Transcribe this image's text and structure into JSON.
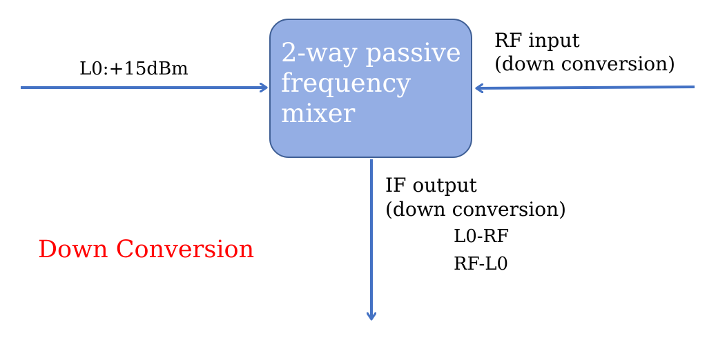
{
  "colors": {
    "arrow": "#4472c4",
    "box_fill": "#94aee4",
    "box_border": "#3f5f95",
    "box_text": "#ffffff",
    "title": "#ff0000"
  },
  "mixer": {
    "label_lines": [
      "2-way passive",
      "frequency",
      "mixer"
    ]
  },
  "lo_input": {
    "label": "L0:+15dBm"
  },
  "rf_input": {
    "label_lines": [
      "RF input",
      "(down conversion)"
    ]
  },
  "if_output": {
    "label_lines": [
      "IF output",
      "(down conversion)"
    ],
    "formulas": [
      "L0-RF",
      "RF-L0"
    ]
  },
  "title": {
    "text": "Down Conversion"
  }
}
